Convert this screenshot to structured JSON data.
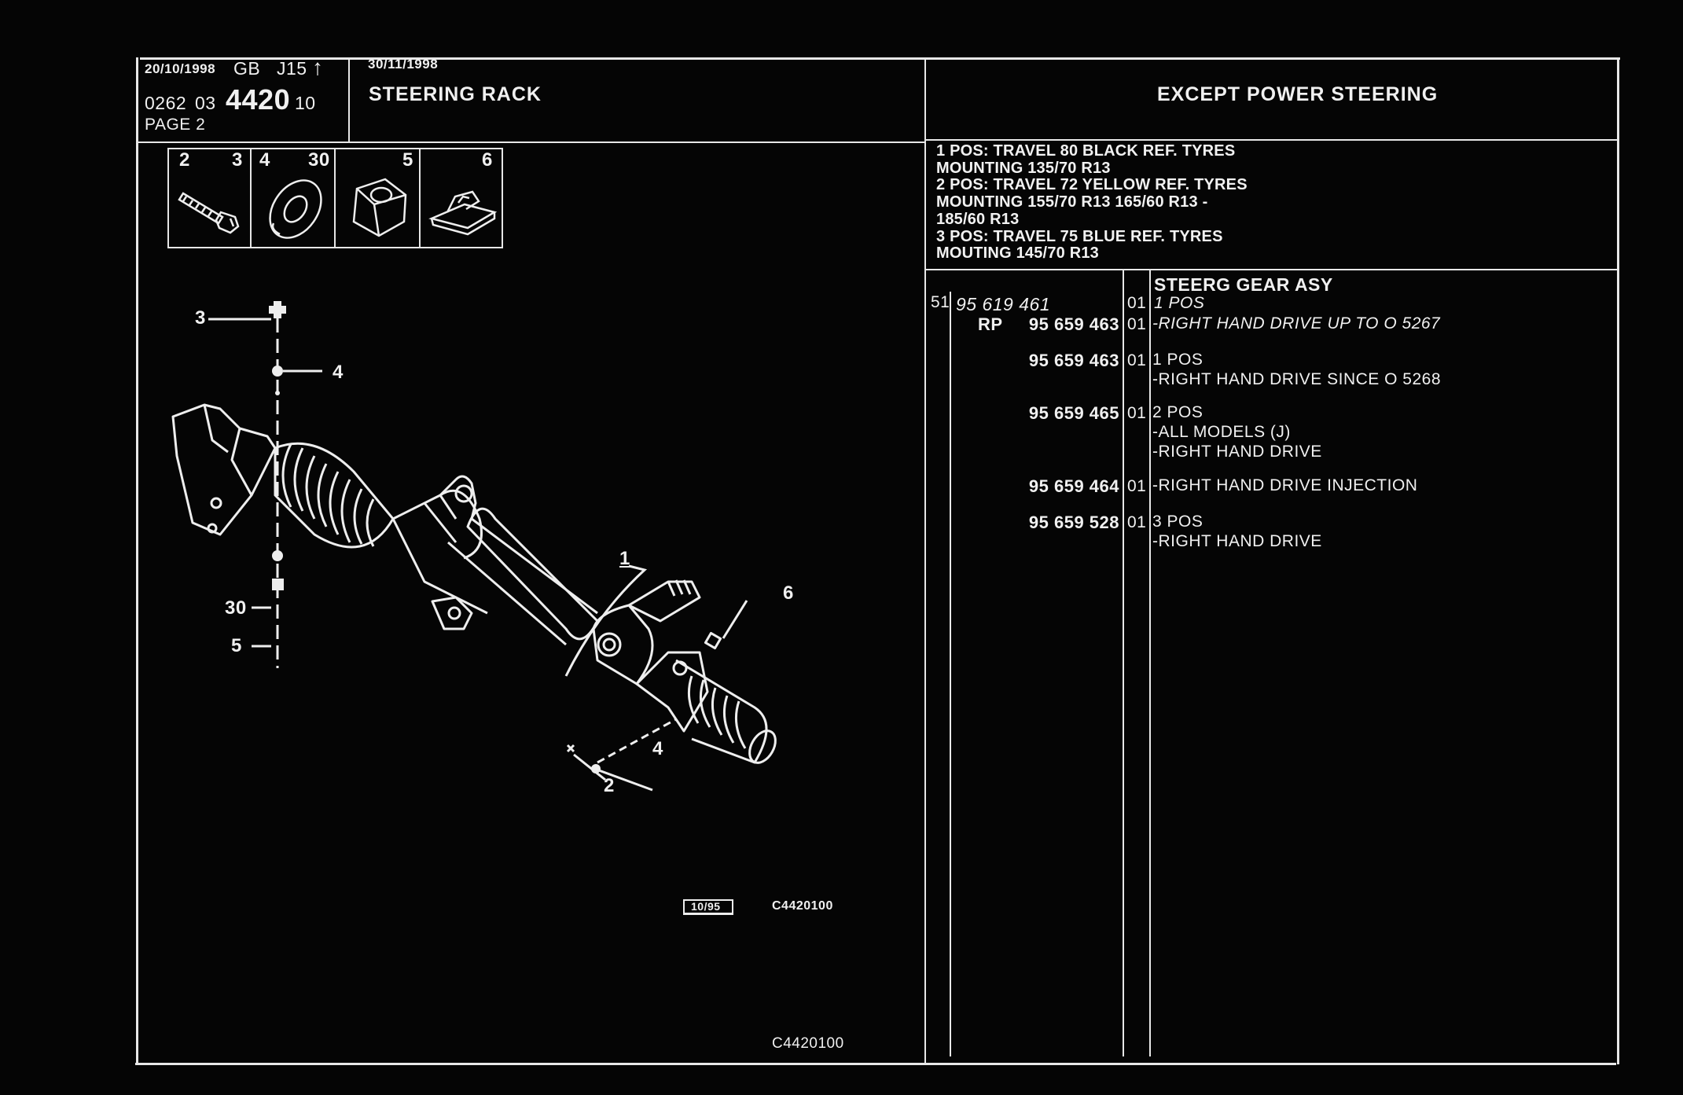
{
  "header": {
    "date1": "20/10/1998",
    "country": "GB",
    "code": "J15",
    "arrow": "↑",
    "ref_a": "0262",
    "ref_b": "03",
    "ref_main": "4420",
    "ref_c": "10",
    "page": "PAGE 2",
    "date2": "30/11/1998",
    "title": "STEERING RACK",
    "right_title": "EXCEPT POWER STEERING"
  },
  "parts_icons": [
    {
      "label_left": "2",
      "label_right": "3",
      "icon": "bolt-icon"
    },
    {
      "label_left": "4",
      "label_right": "30",
      "icon": "washer-icon"
    },
    {
      "label_left": "",
      "label_right": "5",
      "icon": "nut-icon"
    },
    {
      "label_left": "",
      "label_right": "6",
      "icon": "clip-icon"
    }
  ],
  "notes": [
    "1 POS: TRAVEL 80 BLACK REF. TYRES",
    "MOUNTING 135/70 R13",
    "2 POS: TRAVEL 72 YELLOW REF. TYRES",
    "MOUNTING 155/70 R13 165/60 R13 -",
    "185/60 R13",
    "3 POS: TRAVEL 75 BLUE REF. TYRES",
    "MOUTING 145/70 R13"
  ],
  "item": {
    "number": "51",
    "ref": "95 619 461",
    "qty": "01",
    "title": "STEERG GEAR ASY"
  },
  "rows": [
    {
      "prefix": "",
      "part": "",
      "qty": "",
      "lines": [
        "1 POS"
      ],
      "italic": true
    },
    {
      "prefix": "RP",
      "part": "95 659 463",
      "qty": "01",
      "lines": [
        "-RIGHT HAND DRIVE UP  TO  O  5267"
      ],
      "italic": true
    },
    {
      "prefix": "",
      "part": "95 659 463",
      "qty": "01",
      "lines": [
        "1 POS",
        "-RIGHT HAND DRIVE SINCE  O  5268"
      ],
      "italic": false
    },
    {
      "prefix": "",
      "part": "95 659 465",
      "qty": "01",
      "lines": [
        "2 POS",
        "-ALL MODELS (J)",
        "-RIGHT HAND DRIVE"
      ],
      "italic": false
    },
    {
      "prefix": "",
      "part": "95 659 464",
      "qty": "01",
      "lines": [
        "-RIGHT HAND DRIVE INJECTION"
      ],
      "italic": false
    },
    {
      "prefix": "",
      "part": "95 659 528",
      "qty": "01",
      "lines": [
        "3 POS",
        "-RIGHT HAND DRIVE"
      ],
      "italic": false
    }
  ],
  "drawing": {
    "callouts": [
      "3",
      "4",
      "30",
      "5",
      "1",
      "6",
      "4",
      "2"
    ],
    "date_box": "10/95",
    "figure_code": "C4420100",
    "figure_code_bottom": "C4420100"
  }
}
